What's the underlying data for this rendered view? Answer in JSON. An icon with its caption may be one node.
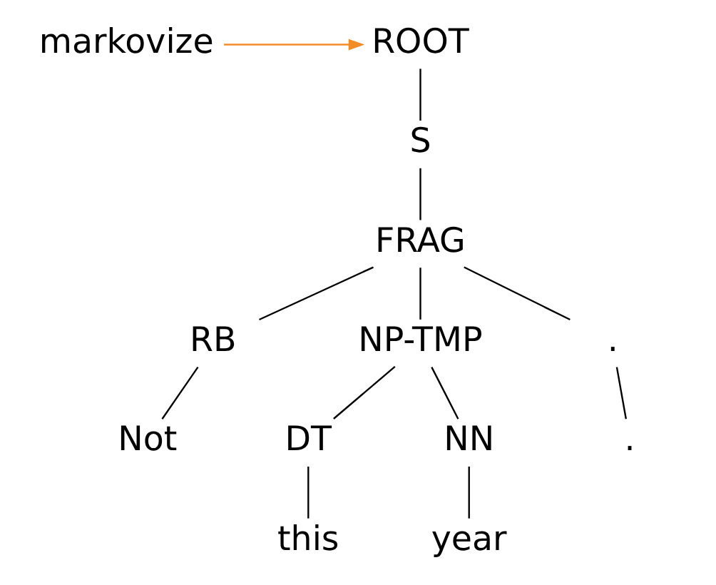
{
  "diagram": {
    "nodes": [
      {
        "text": [
          "markovize"
        ]
      },
      {
        "text": [
          "ROOT"
        ]
      },
      {
        "text": [
          "S"
        ]
      },
      {
        "text": [
          "FRAG"
        ]
      },
      {
        "text": [
          "RB"
        ]
      },
      {
        "text": [
          "NP-TMP"
        ]
      },
      {
        "text": [
          "."
        ]
      },
      {
        "text": [
          "Not"
        ]
      },
      {
        "text": [
          "DT"
        ]
      },
      {
        "text": [
          "NN"
        ]
      },
      {
        "text": [
          "."
        ]
      },
      {
        "text": [
          "this"
        ]
      },
      {
        "text": [
          "year"
        ]
      }
    ],
    "edges": [
      {
        "from": 0,
        "to": 1,
        "arrow": "to",
        "color": "#f28c28"
      },
      {
        "from": 1,
        "to": 2,
        "arrow": "none"
      },
      {
        "from": 2,
        "to": 3,
        "arrow": "none"
      },
      {
        "from": 3,
        "to": 4,
        "arrow": "none"
      },
      {
        "from": 3,
        "to": 5,
        "arrow": "none"
      },
      {
        "from": 3,
        "to": 6,
        "arrow": "none"
      },
      {
        "from": 4,
        "to": 7,
        "arrow": "none"
      },
      {
        "from": 5,
        "to": 8,
        "arrow": "none"
      },
      {
        "from": 5,
        "to": 9,
        "arrow": "none"
      },
      {
        "from": 6,
        "to": 10,
        "arrow": "none"
      },
      {
        "from": 8,
        "to": 11,
        "arrow": "none"
      },
      {
        "from": 9,
        "to": 12,
        "arrow": "none"
      }
    ]
  }
}
